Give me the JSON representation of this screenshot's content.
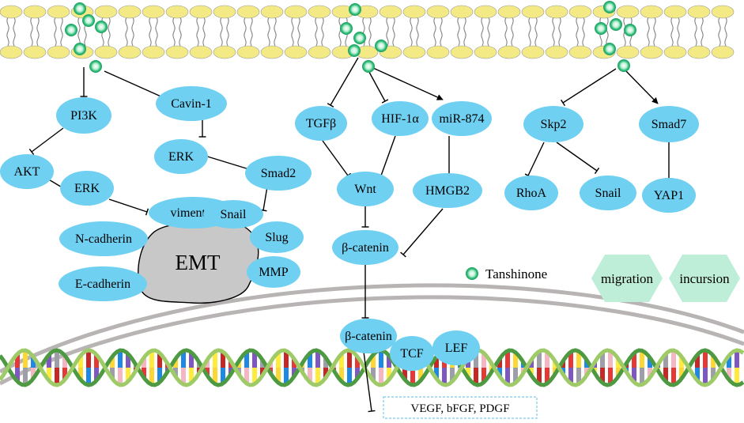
{
  "nodes": {
    "pi3k": "PI3K",
    "akt": "AKT",
    "erk_left": "ERK",
    "cavin1": "Cavin-1",
    "erk_mid": "ERK",
    "smad2": "Smad2",
    "vimentin": "vimentin",
    "snail_left": "Snail",
    "slug": "Slug",
    "mmp": "MMP",
    "n_cadherin": "N-cadherin",
    "e_cadherin": "E-cadherin",
    "emt": "EMT",
    "tgfb": "TGFβ",
    "hif1a": "HIF-1α",
    "mir874": "miR-874",
    "wnt": "Wnt",
    "hmgb2": "HMGB2",
    "beta_catenin_cyto": "β-catenin",
    "beta_catenin_nuc": "β-catenin",
    "tcf": "TCF",
    "lef": "LEF",
    "targets": "VEGF, bFGF, PDGF",
    "skp2": "Skp2",
    "smad7": "Smad7",
    "rhoa": "RhoA",
    "snail_right": "Snail",
    "yap1": "YAP1"
  },
  "legend": {
    "tanshinone": "Tanshinone"
  },
  "outcomes": {
    "migration": "migration",
    "incursion": "incursion"
  },
  "colors": {
    "node_fill": "#6fd0f2",
    "emt_fill": "#c8c8c8",
    "hexagon_fill": "#bfeed8",
    "lipid_head": "#f3ea86",
    "nucleus_membrane": "#b8b4b4",
    "dna_strand_a": "#4e9a42",
    "dna_strand_b": "#9ecb68",
    "tanshinone": "#2fbf7a"
  }
}
